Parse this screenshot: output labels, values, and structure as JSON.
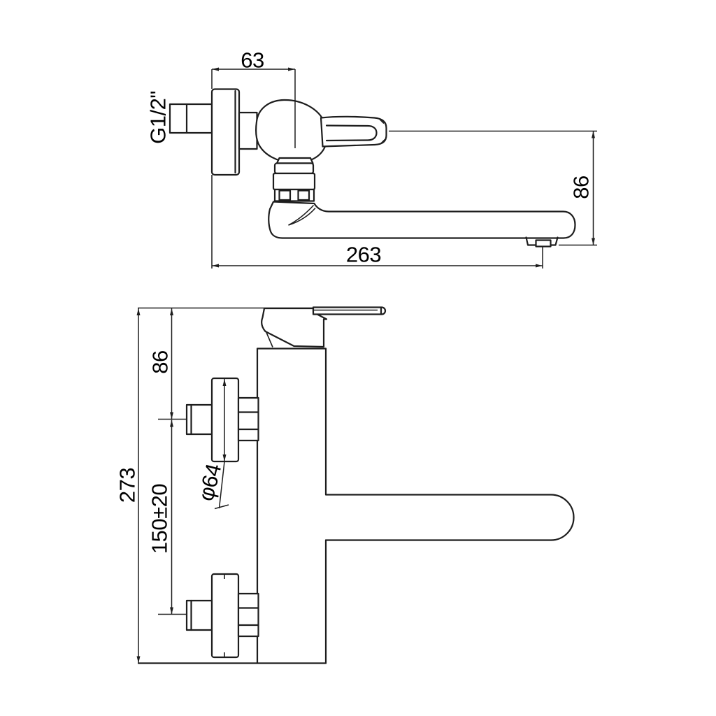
{
  "views": {
    "side_view": {
      "dimensions": {
        "wall_to_valve_center": "63",
        "inlet_thread": "G1/2\"",
        "center_to_outlet_drop": "86",
        "spout_reach": "263"
      }
    },
    "plan_view": {
      "dimensions": {
        "top_to_inlet_center": "86",
        "overall_height": "273",
        "inlet_centers_distance": "150±20",
        "flange_diameter": "φ64"
      }
    }
  },
  "colors": {
    "line": "#1d1d1d",
    "text": "#000000",
    "background": "#ffffff"
  }
}
